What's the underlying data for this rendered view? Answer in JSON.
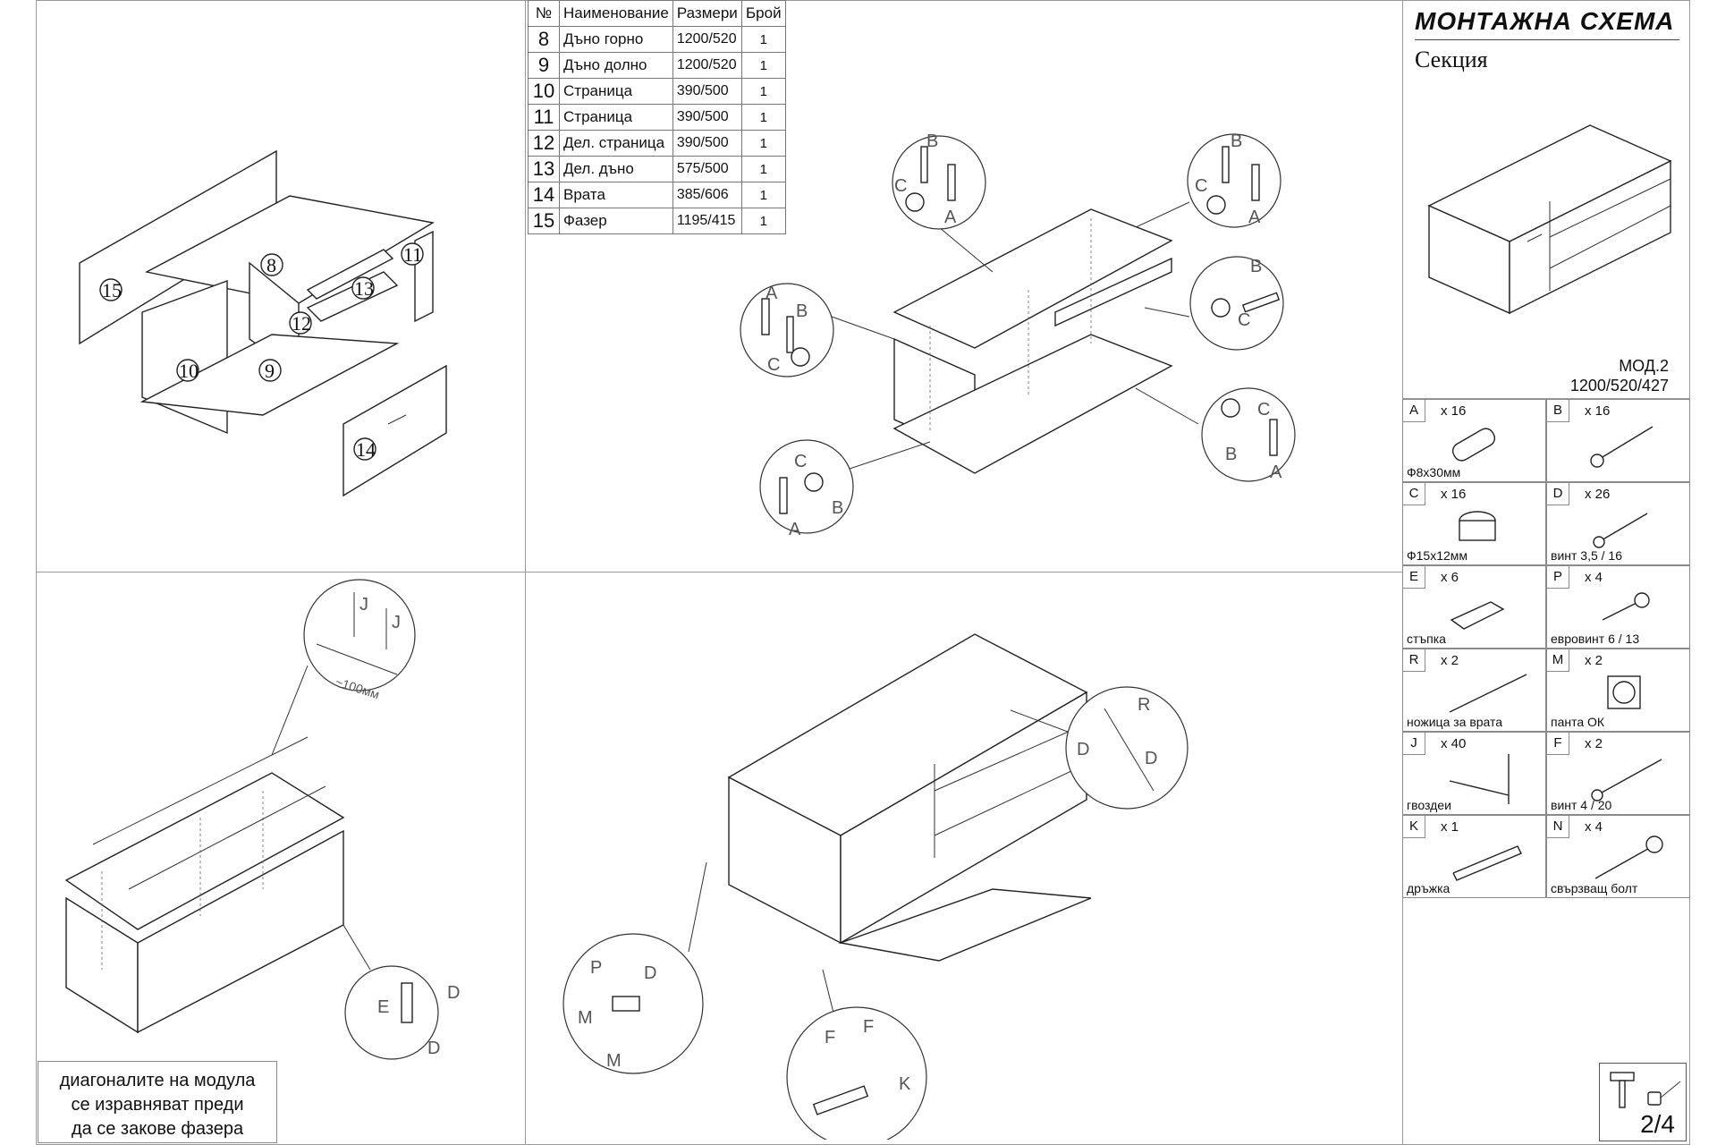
{
  "title": "МОНТАЖНА СХЕМА",
  "subtitle": "Секция",
  "model": {
    "name": "МОД.2",
    "dimensions": "1200/520/427"
  },
  "page": "2/4",
  "note": [
    "диагоналите на модула",
    "се изравняват преди",
    "да се закове фазера"
  ],
  "table": {
    "headers": {
      "no": "№",
      "name": "Наименование",
      "size": "Размери",
      "count": "Брой"
    },
    "rows": [
      {
        "no": "8",
        "name": "Дъно горно",
        "size": "1200/520",
        "count": "1"
      },
      {
        "no": "9",
        "name": "Дъно долно",
        "size": "1200/520",
        "count": "1"
      },
      {
        "no": "10",
        "name": "Страница",
        "size": "390/500",
        "count": "1"
      },
      {
        "no": "11",
        "name": "Страница",
        "size": "390/500",
        "count": "1"
      },
      {
        "no": "12",
        "name": "Дел. страница",
        "size": "390/500",
        "count": "1"
      },
      {
        "no": "13",
        "name": "Дел. дъно",
        "size": "575/500",
        "count": "1"
      },
      {
        "no": "14",
        "name": "Врата",
        "size": "385/606",
        "count": "1"
      },
      {
        "no": "15",
        "name": "Фазер",
        "size": "1195/415",
        "count": "1"
      }
    ]
  },
  "hardware": [
    {
      "code": "A",
      "qty": "x 16",
      "desc": "Ф8x30мм",
      "icon": "dowel-icon"
    },
    {
      "code": "B",
      "qty": "x 16",
      "desc": "",
      "icon": "confirmat-screw-icon"
    },
    {
      "code": "C",
      "qty": "x 16",
      "desc": "Ф15x12мм",
      "icon": "cam-lock-icon"
    },
    {
      "code": "D",
      "qty": "x 26",
      "desc": "винт 3,5 / 16",
      "icon": "wood-screw-icon"
    },
    {
      "code": "E",
      "qty": "x 6",
      "desc": "стъпка",
      "icon": "foot-pad-icon"
    },
    {
      "code": "P",
      "qty": "x 4",
      "desc": "евровинт 6 / 13",
      "icon": "euro-screw-icon"
    },
    {
      "code": "R",
      "qty": "x 2",
      "desc": "ножица за врата",
      "icon": "door-stay-icon"
    },
    {
      "code": "M",
      "qty": "x 2",
      "desc": "панта ОК",
      "icon": "hinge-icon"
    },
    {
      "code": "J",
      "qty": "x 40",
      "desc": "гвоздеи",
      "icon": "nail-icon"
    },
    {
      "code": "F",
      "qty": "x 2",
      "desc": "винт 4 / 20",
      "icon": "long-screw-icon"
    },
    {
      "code": "K",
      "qty": "x 1",
      "desc": "дръжка",
      "icon": "handle-icon"
    },
    {
      "code": "N",
      "qty": "x 4",
      "desc": "свързващ болт",
      "icon": "connector-bolt-icon"
    }
  ],
  "exploded_labels": [
    "15",
    "8",
    "11",
    "13",
    "12",
    "10",
    "9",
    "14"
  ],
  "callout_letters": {
    "tl": [
      "B",
      "C",
      "A"
    ],
    "tr": [
      "B",
      "C",
      "A"
    ],
    "ml": [
      "A",
      "B",
      "C"
    ],
    "mr": [
      "B",
      "C"
    ],
    "br": [
      "B",
      "C",
      "A"
    ],
    "bl": [
      "C",
      "B",
      "A"
    ],
    "nails": [
      "J",
      "J"
    ],
    "nail_spacing": "~100мм",
    "foot": [
      "E",
      "D",
      "D"
    ],
    "stay": [
      "R",
      "D",
      "D"
    ],
    "hinge": [
      "P",
      "D",
      "M",
      "M"
    ],
    "handle": [
      "F",
      "F",
      "K"
    ]
  },
  "tool_icons": [
    "hammer-icon",
    "screwdriver-icon"
  ]
}
